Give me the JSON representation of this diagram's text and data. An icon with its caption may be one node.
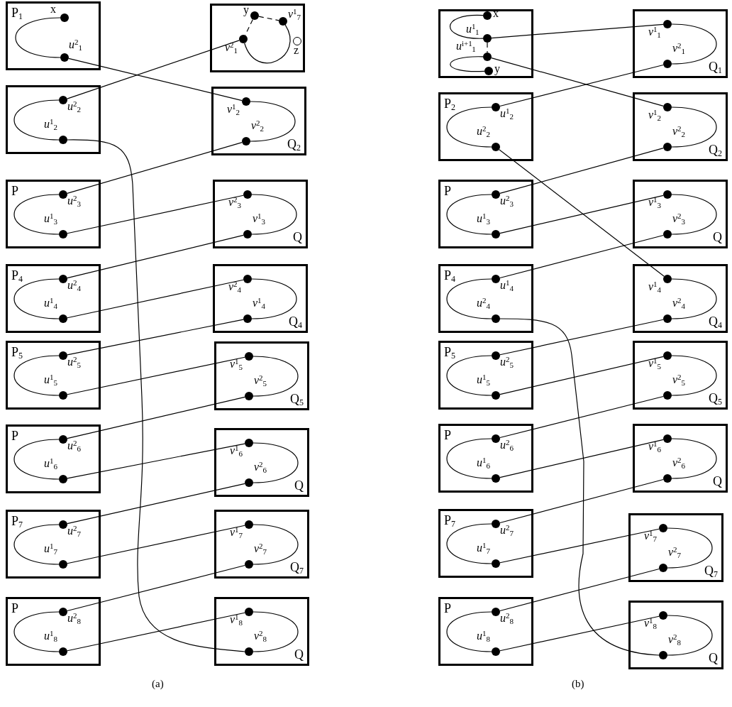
{
  "diagram": {
    "nodes": [
      {
        "text": [
          "P$_{1}$"
        ]
      },
      {
        "text": [],
        "shape": "dot",
        "in": 0,
        "beside": [
          "x"
        ]
      },
      {
        "text": [],
        "shape": "dot",
        "in": 0,
        "beside": [
          "*u*$^{2}$$_{1}$"
        ]
      },
      {
        "text": [],
        "shape": "box"
      },
      {
        "text": [],
        "shape": "dot",
        "in": 3,
        "beside": [
          "y"
        ]
      },
      {
        "text": [],
        "shape": "dot",
        "in": 3,
        "beside": [
          "*v*$^{1}$$_{7}$"
        ]
      },
      {
        "text": [],
        "shape": "dot",
        "in": 3,
        "beside": [
          "*v*$^{2}$$_{1}$"
        ]
      },
      {
        "text": [],
        "shape": "circle",
        "in": 3,
        "beside": [
          "z"
        ]
      },
      {
        "text": [],
        "shape": "box"
      },
      {
        "text": [],
        "shape": "dot",
        "in": 8,
        "beside": [
          "*u*$^{2}$$_{2}$"
        ]
      },
      {
        "text": [],
        "shape": "dot",
        "in": 8,
        "beside": [
          "*u*$^{1}$$_{2}$"
        ]
      },
      {
        "text": [
          "Q$_{2}$"
        ]
      },
      {
        "text": [],
        "shape": "dot",
        "in": 11,
        "beside": [
          "*v*$^{1}$$_{2}$"
        ]
      },
      {
        "text": [],
        "shape": "dot",
        "in": 11,
        "beside": [
          "*v*$^{2}$$_{2}$"
        ]
      },
      {
        "text": [
          "P"
        ]
      },
      {
        "text": [],
        "shape": "dot",
        "in": 14,
        "beside": [
          "*u*$^{2}$$_{3}$"
        ]
      },
      {
        "text": [],
        "shape": "dot",
        "in": 14,
        "beside": [
          "*u*$^{1}$$_{3}$"
        ]
      },
      {
        "text": [
          "Q"
        ]
      },
      {
        "text": [],
        "shape": "dot",
        "in": 17,
        "beside": [
          "*v*$^{2}$$_{3}$"
        ]
      },
      {
        "text": [],
        "shape": "dot",
        "in": 17,
        "beside": [
          "*v*$^{1}$$_{3}$"
        ]
      },
      {
        "text": [
          "P$_{4}$"
        ]
      },
      {
        "text": [],
        "shape": "dot",
        "in": 20,
        "beside": [
          "*u*$^{2}$$_{4}$"
        ]
      },
      {
        "text": [],
        "shape": "dot",
        "in": 20,
        "beside": [
          "*u*$^{1}$$_{4}$"
        ]
      },
      {
        "text": [
          "Q$_{4}$"
        ]
      },
      {
        "text": [],
        "shape": "dot",
        "in": 23,
        "beside": [
          "*v*$^{2}$$_{4}$"
        ]
      },
      {
        "text": [],
        "shape": "dot",
        "in": 23,
        "beside": [
          "*v*$^{1}$$_{4}$"
        ]
      },
      {
        "text": [
          "P$_{5}$"
        ]
      },
      {
        "text": [],
        "shape": "dot",
        "in": 26,
        "beside": [
          "*u*$^{2}$$_{5}$"
        ]
      },
      {
        "text": [],
        "shape": "dot",
        "in": 26,
        "beside": [
          "*u*$^{1}$$_{5}$"
        ]
      },
      {
        "text": [
          "Q$_{5}$"
        ]
      },
      {
        "text": [],
        "shape": "dot",
        "in": 29,
        "beside": [
          "*v*$^{1}$$_{5}$"
        ]
      },
      {
        "text": [],
        "shape": "dot",
        "in": 29,
        "beside": [
          "*v*$^{2}$$_{5}$"
        ]
      },
      {
        "text": [
          "P"
        ]
      },
      {
        "text": [],
        "shape": "dot",
        "in": 32,
        "beside": [
          "*u*$^{2}$$_{6}$"
        ]
      },
      {
        "text": [],
        "shape": "dot",
        "in": 32,
        "beside": [
          "*u*$^{1}$$_{6}$"
        ]
      },
      {
        "text": [
          "Q"
        ]
      },
      {
        "text": [],
        "shape": "dot",
        "in": 35,
        "beside": [
          "*v*$^{1}$$_{6}$"
        ]
      },
      {
        "text": [],
        "shape": "dot",
        "in": 35,
        "beside": [
          "*v*$^{2}$$_{6}$"
        ]
      },
      {
        "text": [
          "P$_{7}$"
        ]
      },
      {
        "text": [],
        "shape": "dot",
        "in": 38,
        "beside": [
          "*u*$^{2}$$_{7}$"
        ]
      },
      {
        "text": [],
        "shape": "dot",
        "in": 38,
        "beside": [
          "*u*$^{1}$$_{7}$"
        ]
      },
      {
        "text": [
          "Q$_{7}$"
        ]
      },
      {
        "text": [],
        "shape": "dot",
        "in": 41,
        "beside": [
          "*v*$^{1}$$_{7}$"
        ]
      },
      {
        "text": [],
        "shape": "dot",
        "in": 41,
        "beside": [
          "*v*$^{2}$$_{7}$"
        ]
      },
      {
        "text": [
          "P"
        ]
      },
      {
        "text": [],
        "shape": "dot",
        "in": 44,
        "beside": [
          "*u*$^{2}$$_{8}$"
        ]
      },
      {
        "text": [],
        "shape": "dot",
        "in": 44,
        "beside": [
          "*u*$^{1}$$_{8}$"
        ]
      },
      {
        "text": [
          "Q"
        ]
      },
      {
        "text": [],
        "shape": "dot",
        "in": 47,
        "beside": [
          "*v*$^{1}$$_{8}$"
        ]
      },
      {
        "text": [],
        "shape": "dot",
        "in": 47,
        "beside": [
          "*v*$^{2}$$_{8}$"
        ]
      },
      {
        "text": [],
        "shape": "box"
      },
      {
        "text": [],
        "shape": "dot",
        "in": 50,
        "beside": [
          "x"
        ]
      },
      {
        "text": [],
        "shape": "dot",
        "in": 50,
        "beside": [
          "*u*$^{1}$$_{1}$"
        ]
      },
      {
        "text": [],
        "shape": "dot",
        "in": 50,
        "beside": [
          "*u*$^{i+1}$$_{1}$"
        ]
      },
      {
        "text": [],
        "shape": "dot",
        "in": 50,
        "beside": [
          "y"
        ]
      },
      {
        "text": [
          "Q$_{1}$"
        ]
      },
      {
        "text": [],
        "shape": "dot",
        "in": 55,
        "beside": [
          "*v*$^{1}$$_{1}$"
        ]
      },
      {
        "text": [],
        "shape": "dot",
        "in": 55,
        "beside": [
          "*v*$^{2}$$_{1}$"
        ]
      },
      {
        "text": [
          "P$_{2}$"
        ]
      },
      {
        "text": [],
        "shape": "dot",
        "in": 58,
        "beside": [
          "*u*$^{1}$$_{2}$"
        ]
      },
      {
        "text": [],
        "shape": "dot",
        "in": 58,
        "beside": [
          "*u*$^{2}$$_{2}$"
        ]
      },
      {
        "text": [
          "Q$_{2}$"
        ]
      },
      {
        "text": [],
        "shape": "dot",
        "in": 61,
        "beside": [
          "*v*$^{1}$$_{2}$"
        ]
      },
      {
        "text": [],
        "shape": "dot",
        "in": 61,
        "beside": [
          "*v*$^{2}$$_{2}$"
        ]
      },
      {
        "text": [
          "P"
        ]
      },
      {
        "text": [],
        "shape": "dot",
        "in": 64,
        "beside": [
          "*u*$^{2}$$_{3}$"
        ]
      },
      {
        "text": [],
        "shape": "dot",
        "in": 64,
        "beside": [
          "*u*$^{1}$$_{3}$"
        ]
      },
      {
        "text": [
          "Q"
        ]
      },
      {
        "text": [],
        "shape": "dot",
        "in": 67,
        "beside": [
          "*v*$^{1}$$_{3}$"
        ]
      },
      {
        "text": [],
        "shape": "dot",
        "in": 67,
        "beside": [
          "*v*$^{2}$$_{3}$"
        ]
      },
      {
        "text": [
          "P$_{4}$"
        ]
      },
      {
        "text": [],
        "shape": "dot",
        "in": 70,
        "beside": [
          "*u*$^{1}$$_{4}$"
        ]
      },
      {
        "text": [],
        "shape": "dot",
        "in": 70,
        "beside": [
          "*u*$^{2}$$_{4}$"
        ]
      },
      {
        "text": [
          "Q$_{4}$"
        ]
      },
      {
        "text": [],
        "shape": "dot",
        "in": 73,
        "beside": [
          "*v*$^{1}$$_{4}$"
        ]
      },
      {
        "text": [],
        "shape": "dot",
        "in": 73,
        "beside": [
          "*v*$^{2}$$_{4}$"
        ]
      },
      {
        "text": [
          "P$_{5}$"
        ]
      },
      {
        "text": [],
        "shape": "dot",
        "in": 76,
        "beside": [
          "*u*$^{2}$$_{5}$"
        ]
      },
      {
        "text": [],
        "shape": "dot",
        "in": 76,
        "beside": [
          "*u*$^{1}$$_{5}$"
        ]
      },
      {
        "text": [
          "Q$_{5}$"
        ]
      },
      {
        "text": [],
        "shape": "dot",
        "in": 79,
        "beside": [
          "*v*$^{1}$$_{5}$"
        ]
      },
      {
        "text": [],
        "shape": "dot",
        "in": 79,
        "beside": [
          "*v*$^{2}$$_{5}$"
        ]
      },
      {
        "text": [
          "P"
        ]
      },
      {
        "text": [],
        "shape": "dot",
        "in": 82,
        "beside": [
          "*u*$^{2}$$_{6}$"
        ]
      },
      {
        "text": [],
        "shape": "dot",
        "in": 82,
        "beside": [
          "*u*$^{1}$$_{6}$"
        ]
      },
      {
        "text": [
          "Q"
        ]
      },
      {
        "text": [],
        "shape": "dot",
        "in": 85,
        "beside": [
          "*v*$^{1}$$_{6}$"
        ]
      },
      {
        "text": [],
        "shape": "dot",
        "in": 85,
        "beside": [
          "*v*$^{2}$$_{6}$"
        ]
      },
      {
        "text": [
          "P$_{7}$"
        ]
      },
      {
        "text": [],
        "shape": "dot",
        "in": 88,
        "beside": [
          "*u*$^{2}$$_{7}$"
        ]
      },
      {
        "text": [],
        "shape": "dot",
        "in": 88,
        "beside": [
          "*u*$^{1}$$_{7}$"
        ]
      },
      {
        "text": [
          "Q$_{7}$"
        ]
      },
      {
        "text": [],
        "shape": "dot",
        "in": 91,
        "beside": [
          "*v*$^{1}$$_{7}$"
        ]
      },
      {
        "text": [],
        "shape": "dot",
        "in": 91,
        "beside": [
          "*v*$^{2}$$_{7}$"
        ]
      },
      {
        "text": [
          "P"
        ]
      },
      {
        "text": [],
        "shape": "dot",
        "in": 94,
        "beside": [
          "*u*$^{2}$$_{8}$"
        ]
      },
      {
        "text": [],
        "shape": "dot",
        "in": 94,
        "beside": [
          "*u*$^{1}$$_{8}$"
        ]
      },
      {
        "text": [
          "Q"
        ]
      },
      {
        "text": [],
        "shape": "dot",
        "in": 97,
        "beside": [
          "*v*$^{1}$$_{8}$"
        ]
      },
      {
        "text": [],
        "shape": "dot",
        "in": 97,
        "beside": [
          "*v*$^{2}$$_{8}$"
        ]
      }
    ],
    "edges": [
      {
        "from": 1,
        "to": 2,
        "arrow": "none"
      },
      {
        "from": 4,
        "to": 6,
        "arrow": "none",
        "style": "dashed"
      },
      {
        "from": 4,
        "to": 5,
        "arrow": "none",
        "style": "dashed"
      },
      {
        "from": 6,
        "to": 5,
        "arrow": "none"
      },
      {
        "from": 9,
        "to": 10,
        "arrow": "none"
      },
      {
        "from": 12,
        "to": 13,
        "arrow": "none"
      },
      {
        "from": 2,
        "to": 12,
        "arrow": "none"
      },
      {
        "from": 9,
        "to": 6,
        "arrow": "none"
      },
      {
        "from": 13,
        "to": 15,
        "arrow": "none"
      },
      {
        "from": 10,
        "to": 49,
        "arrow": "none"
      },
      {
        "from": 15,
        "to": 16,
        "arrow": "none"
      },
      {
        "from": 18,
        "to": 19,
        "arrow": "none"
      },
      {
        "from": 16,
        "to": 18,
        "arrow": "none"
      },
      {
        "from": 19,
        "to": 21,
        "arrow": "none"
      },
      {
        "from": 21,
        "to": 22,
        "arrow": "none"
      },
      {
        "from": 24,
        "to": 25,
        "arrow": "none"
      },
      {
        "from": 22,
        "to": 24,
        "arrow": "none"
      },
      {
        "from": 25,
        "to": 27,
        "arrow": "none"
      },
      {
        "from": 27,
        "to": 28,
        "arrow": "none"
      },
      {
        "from": 30,
        "to": 31,
        "arrow": "none"
      },
      {
        "from": 28,
        "to": 30,
        "arrow": "none"
      },
      {
        "from": 31,
        "to": 33,
        "arrow": "none"
      },
      {
        "from": 33,
        "to": 34,
        "arrow": "none"
      },
      {
        "from": 36,
        "to": 37,
        "arrow": "none"
      },
      {
        "from": 34,
        "to": 36,
        "arrow": "none"
      },
      {
        "from": 37,
        "to": 39,
        "arrow": "none"
      },
      {
        "from": 39,
        "to": 40,
        "arrow": "none"
      },
      {
        "from": 42,
        "to": 43,
        "arrow": "none"
      },
      {
        "from": 40,
        "to": 42,
        "arrow": "none"
      },
      {
        "from": 43,
        "to": 45,
        "arrow": "none"
      },
      {
        "from": 45,
        "to": 46,
        "arrow": "none"
      },
      {
        "from": 48,
        "to": 49,
        "arrow": "none"
      },
      {
        "from": 46,
        "to": 48,
        "arrow": "none"
      },
      {
        "from": 51,
        "to": 52,
        "arrow": "none"
      },
      {
        "from": 53,
        "to": 54,
        "arrow": "none"
      },
      {
        "from": 52,
        "to": 53,
        "arrow": "none",
        "style": "dashed"
      },
      {
        "from": 56,
        "to": 57,
        "arrow": "none"
      },
      {
        "from": 59,
        "to": 60,
        "arrow": "none"
      },
      {
        "from": 62,
        "to": 63,
        "arrow": "none"
      },
      {
        "from": 52,
        "to": 56,
        "arrow": "none"
      },
      {
        "from": 53,
        "to": 62,
        "arrow": "none"
      },
      {
        "from": 57,
        "to": 59,
        "arrow": "none"
      },
      {
        "from": 60,
        "to": 74,
        "arrow": "none"
      },
      {
        "from": 63,
        "to": 65,
        "arrow": "none"
      },
      {
        "from": 72,
        "to": 99,
        "arrow": "none"
      },
      {
        "from": 65,
        "to": 66,
        "arrow": "none"
      },
      {
        "from": 68,
        "to": 69,
        "arrow": "none"
      },
      {
        "from": 66,
        "to": 68,
        "arrow": "none"
      },
      {
        "from": 69,
        "to": 71,
        "arrow": "none"
      },
      {
        "from": 71,
        "to": 72,
        "arrow": "none"
      },
      {
        "from": 74,
        "to": 75,
        "arrow": "none"
      },
      {
        "from": 75,
        "to": 77,
        "arrow": "none"
      },
      {
        "from": 77,
        "to": 78,
        "arrow": "none"
      },
      {
        "from": 80,
        "to": 81,
        "arrow": "none"
      },
      {
        "from": 78,
        "to": 80,
        "arrow": "none"
      },
      {
        "from": 81,
        "to": 83,
        "arrow": "none"
      },
      {
        "from": 83,
        "to": 84,
        "arrow": "none"
      },
      {
        "from": 86,
        "to": 87,
        "arrow": "none"
      },
      {
        "from": 84,
        "to": 86,
        "arrow": "none"
      },
      {
        "from": 87,
        "to": 89,
        "arrow": "none"
      },
      {
        "from": 89,
        "to": 90,
        "arrow": "none"
      },
      {
        "from": 92,
        "to": 93,
        "arrow": "none"
      },
      {
        "from": 90,
        "to": 92,
        "arrow": "none"
      },
      {
        "from": 93,
        "to": 95,
        "arrow": "none"
      },
      {
        "from": 95,
        "to": 96,
        "arrow": "none"
      },
      {
        "from": 98,
        "to": 99,
        "arrow": "none"
      },
      {
        "from": 96,
        "to": 98,
        "arrow": "none"
      }
    ],
    "labels": [
      "(a)",
      "(b)"
    ]
  }
}
